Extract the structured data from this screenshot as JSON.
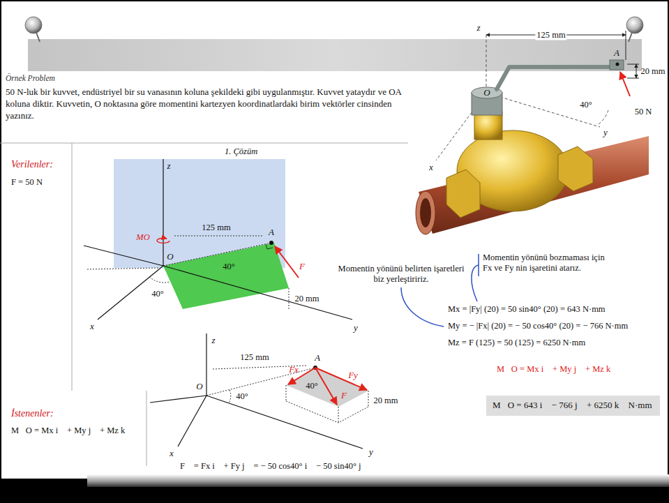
{
  "diagram": {
    "title": "Örnek Problem",
    "nodes": [
      {
        "text": [
          "M⃗O = 643 i⃗ − 766 j⃗ + 6250 k⃗ N·mm"
        ]
      }
    ],
    "labels": [
      "50 N-luk bir kuvvet, endüstriyel bir su vanasının koluna şekildeki gibi uygulanmıştır. Kuvvet yataydır ve OA koluna diktir. Kuvvetin, O noktasına göre momentini kartezyen koordinatlardaki birim vektörler cinsinden yazınız.",
      "1. Çözüm",
      "Verilenler:",
      "F = 50 N",
      "z",
      "MO",
      "125 mm",
      "A",
      "O",
      "40°",
      "40°",
      "F",
      "20 mm",
      "x",
      "y",
      "z",
      "125 mm",
      "A",
      "20 mm",
      "O",
      "40°",
      "50 N",
      "x",
      "y",
      "Momentin yönünü belirten işaretleri biz yerleştiririz.",
      "Momentin yönünü bozmaması için Fx ve Fy nin işaretini atarız.",
      "Mx = |Fy| (20) = 50 sin40° (20) = 643 N·mm",
      "My = − |Fx| (20) = − 50 cos40° (20) = − 766 N·mm",
      "Mz = F (125) = 50 (125) = 6250 N·mm",
      "M⃗O = Mx i⃗ + My j⃗ + Mz k⃗",
      "z",
      "125 mm",
      "A",
      "Fy",
      "40°",
      "Fx",
      "F",
      "O",
      "40°",
      "20 mm",
      "x",
      "y",
      "İstenenler:",
      "M⃗O = Mx i⃗ + My j⃗ + Mz k⃗",
      "F⃗ = Fx i⃗ + Fy j⃗ = − 50 cos40° i⃗ − 50 sin40° j⃗"
    ]
  }
}
